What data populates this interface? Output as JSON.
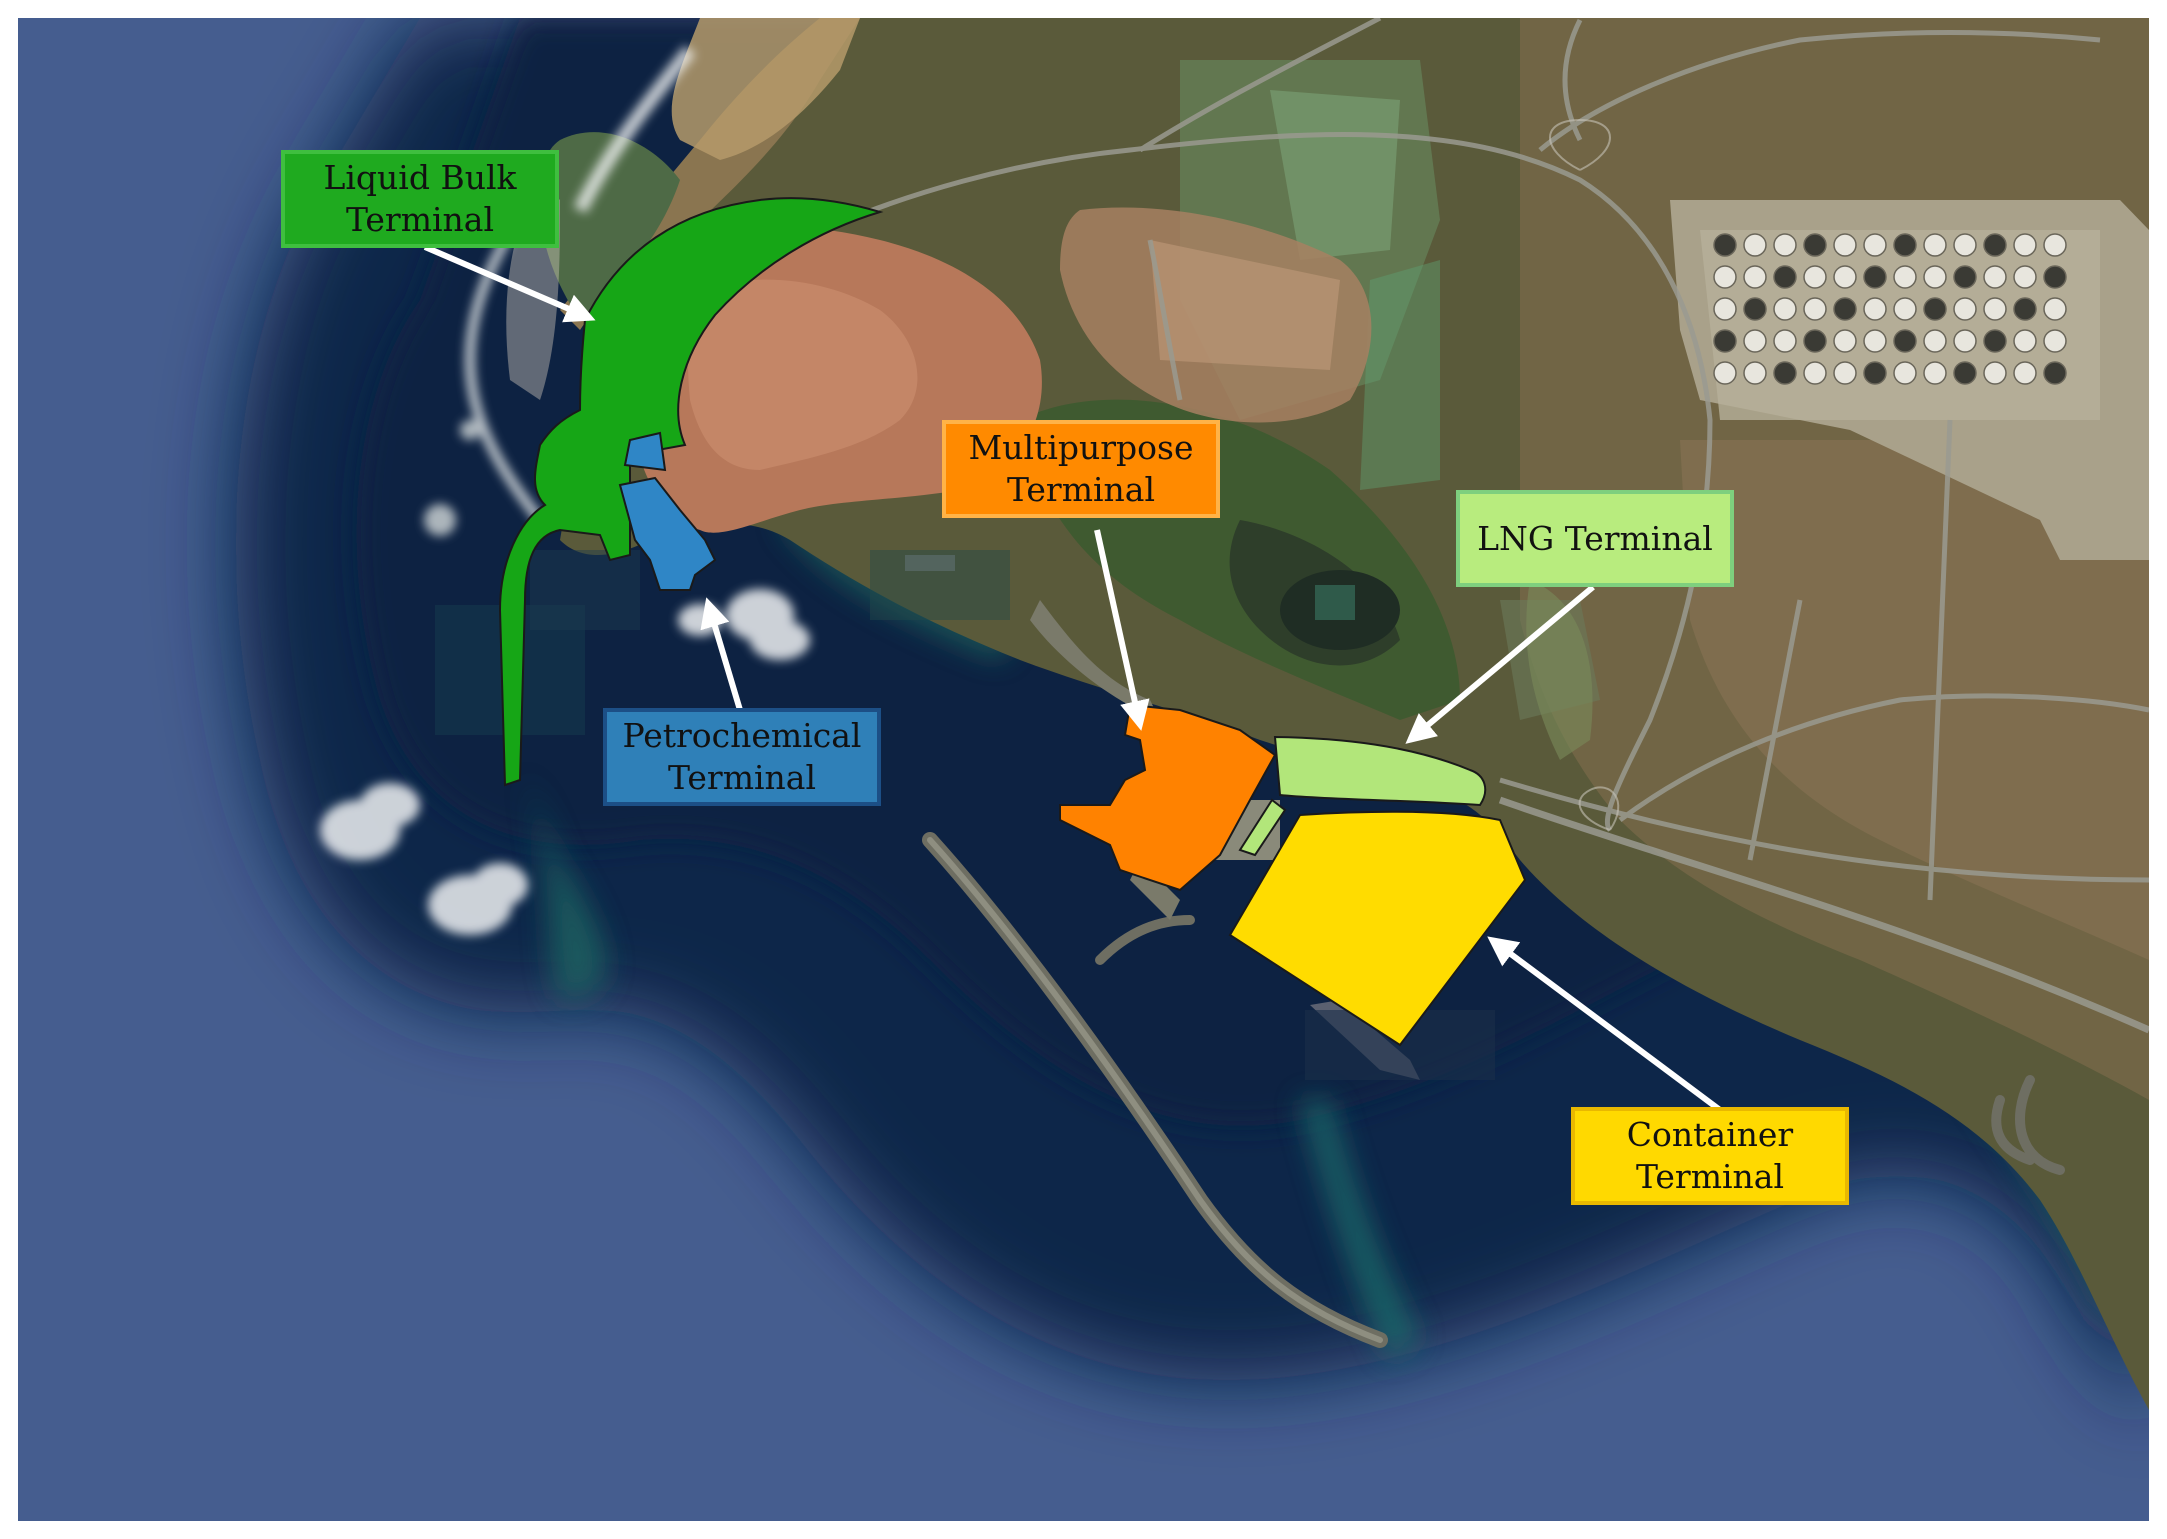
{
  "terminals": {
    "liquid_bulk": {
      "line1": "Liquid Bulk",
      "line2": "Terminal",
      "fill": "#1faa1f",
      "border": "#3fbf3f",
      "area": "#16a616"
    },
    "petrochemical": {
      "line1": "Petrochemical",
      "line2": "Terminal",
      "fill": "#2f80b8",
      "border": "#1c4f86",
      "area": "#2f86c6"
    },
    "multipurpose": {
      "line1": "Multipurpose",
      "line2": "Terminal",
      "fill": "#ff8a00",
      "border": "#ffb347",
      "area": "#ff8200"
    },
    "lng": {
      "line1": "LNG Terminal",
      "fill": "#b8ec7e",
      "border": "#7ecf7e",
      "area": "#b2e67a"
    },
    "container": {
      "line1": "Container",
      "line2": "Terminal",
      "fill": "#ffd900",
      "border": "#e9b800",
      "area": "#ffdc00"
    }
  },
  "colors": {
    "open_sea": "#41598a",
    "bay_water": "#0f2646",
    "coastal_teal": "#1a5f5f",
    "land": "#5a5a3a",
    "urban": "#b87a5a",
    "refinery": "#a8a08a",
    "arrow": "#ffffff"
  }
}
